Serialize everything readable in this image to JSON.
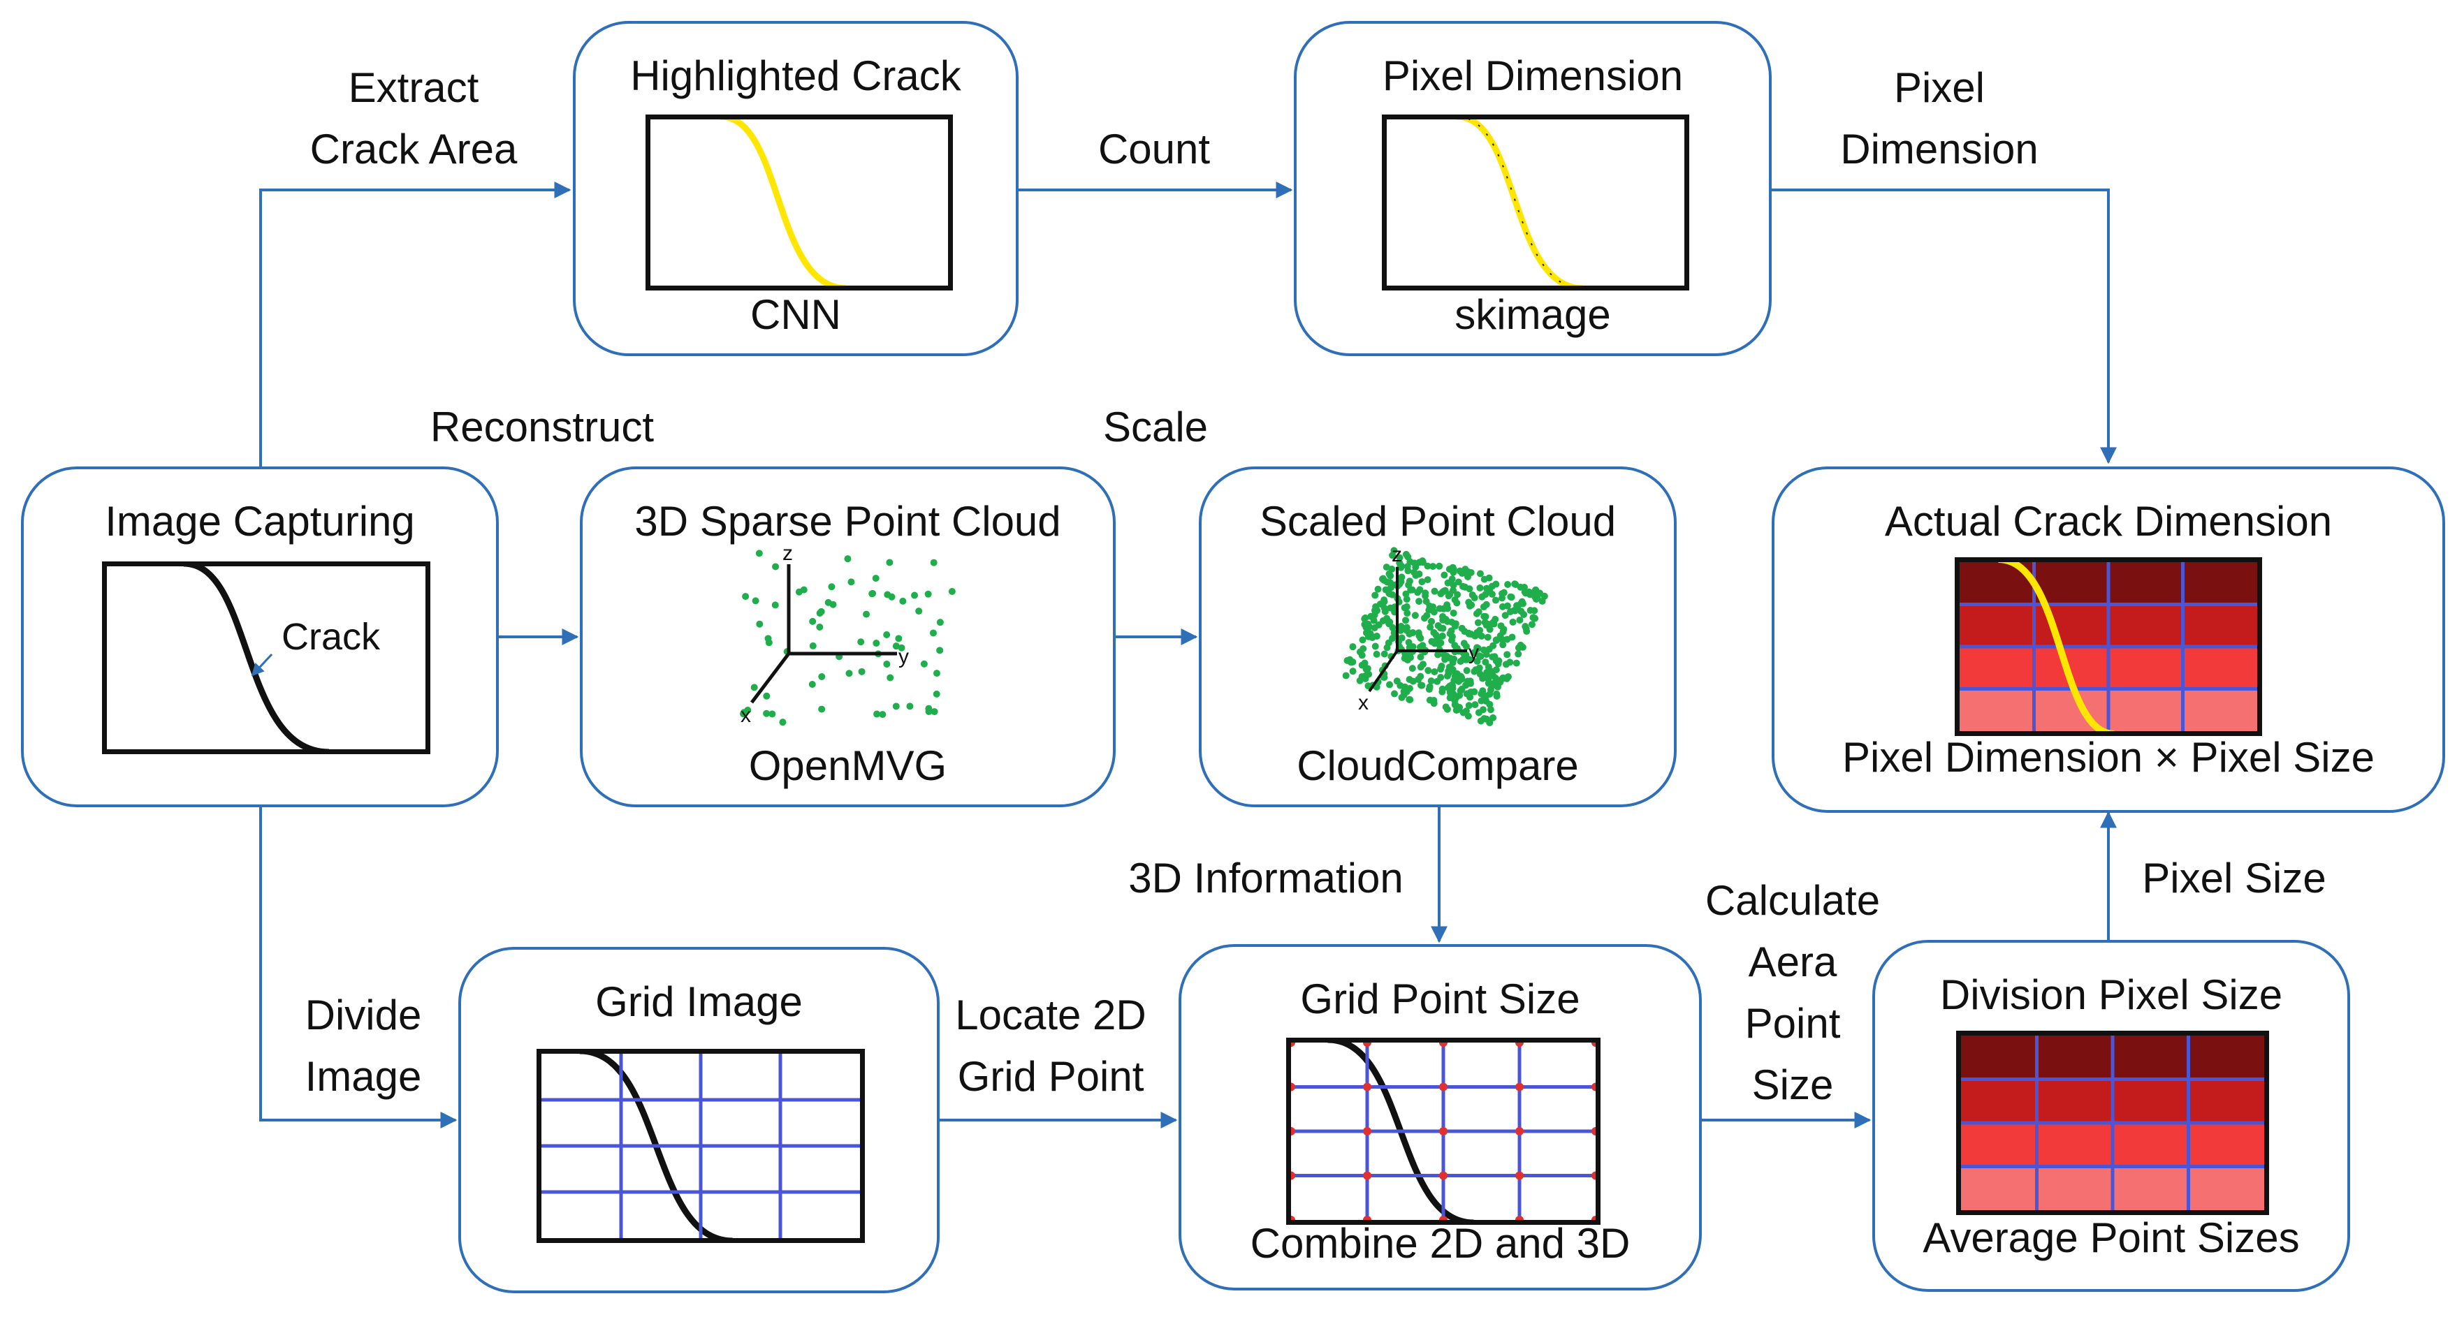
{
  "nodes": {
    "highlighted": {
      "title": "Highlighted Crack",
      "sub": "CNN"
    },
    "pixel_dim": {
      "title": "Pixel Dimension",
      "sub": "skimage"
    },
    "image_capture": {
      "title": "Image Capturing",
      "crack_label": "Crack"
    },
    "sparse": {
      "title": "3D Sparse Point Cloud",
      "sub": "OpenMVG"
    },
    "scaled": {
      "title": "Scaled Point Cloud",
      "sub": "CloudCompare"
    },
    "actual": {
      "title": "Actual Crack Dimension",
      "sub": "Pixel Dimension × Pixel Size"
    },
    "grid_image": {
      "title": "Grid Image"
    },
    "grid_point": {
      "title": "Grid Point Size",
      "sub": "Combine 2D and 3D"
    },
    "division": {
      "title": "Division Pixel Size",
      "sub": "Average Point Sizes"
    }
  },
  "axes": {
    "x": "x",
    "y": "y",
    "z": "z"
  },
  "edges": {
    "extract": [
      "Extract",
      "Crack Area"
    ],
    "count": "Count",
    "pixel_dimension": [
      "Pixel",
      "Dimension"
    ],
    "reconstruct": "Reconstruct",
    "scale": "Scale",
    "divide": [
      "Divide",
      "Image"
    ],
    "locate": [
      "Locate 2D",
      "Grid Point"
    ],
    "info3d": "3D Information",
    "calculate": [
      "Calculate",
      "Aera",
      "Point",
      "Size"
    ],
    "pixel_size": "Pixel Size"
  },
  "colors": {
    "arrow": "#2f6fb8",
    "box_border": "#2f6fb8",
    "crack_yellow": "#ffe600",
    "point_green": "#1fae4b",
    "grid_blue": "#4a56d6",
    "grid_point_red": "#e03030",
    "heat_row_1": "#7a1010",
    "heat_row_2": "#c41c1c",
    "heat_row_3": "#f23a3a",
    "heat_row_4": "#f57070"
  }
}
